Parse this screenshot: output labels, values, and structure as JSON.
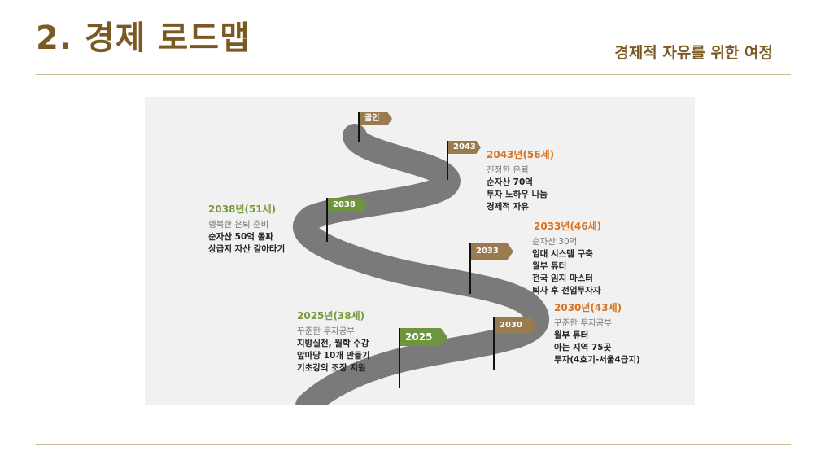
{
  "header": {
    "title": "2. 경제 로드맵",
    "subtitle": "경제적 자유를 위한 여정"
  },
  "colors": {
    "title": "#7a5a22",
    "road": "#7a7a7a",
    "orange": "#d9731f",
    "green": "#7a9a3a",
    "flag_brown": "#9a7b4f",
    "flag_green": "#6f9440"
  },
  "flags": {
    "goal": "골인",
    "f2043": "2043",
    "f2038": "2038",
    "f2033": "2033",
    "f2030": "2030",
    "f2025": "2025"
  },
  "milestones": {
    "m2043": {
      "heading": "2043년(56세)",
      "lines": [
        "진정한 은퇴",
        "순자산 70억",
        "투자 노하우 나눔",
        "경제적 자유"
      ]
    },
    "m2038": {
      "heading": "2038년(51세)",
      "lines": [
        "행복한 은퇴 준비",
        "순자산 50억 돌파",
        "상급지 자산 갈아타기"
      ]
    },
    "m2033": {
      "heading": "2033년(46세)",
      "lines": [
        "순자산 30억",
        "임대 시스템 구축",
        "월부 튜터",
        "전국 임지 마스터",
        "퇴사 후 전업투자자"
      ]
    },
    "m2030": {
      "heading": "2030년(43세)",
      "lines": [
        "꾸준한 투자공부",
        "월부 튜터",
        "아는 지역 75곳",
        "투자(4호기-서울4급지)"
      ]
    },
    "m2025": {
      "heading": "2025년(38세)",
      "lines": [
        "꾸준한 투자공부",
        "지방실전, 월학 수강",
        "앞마당 10개 만들기",
        "기초강의 조장 지원"
      ]
    }
  }
}
